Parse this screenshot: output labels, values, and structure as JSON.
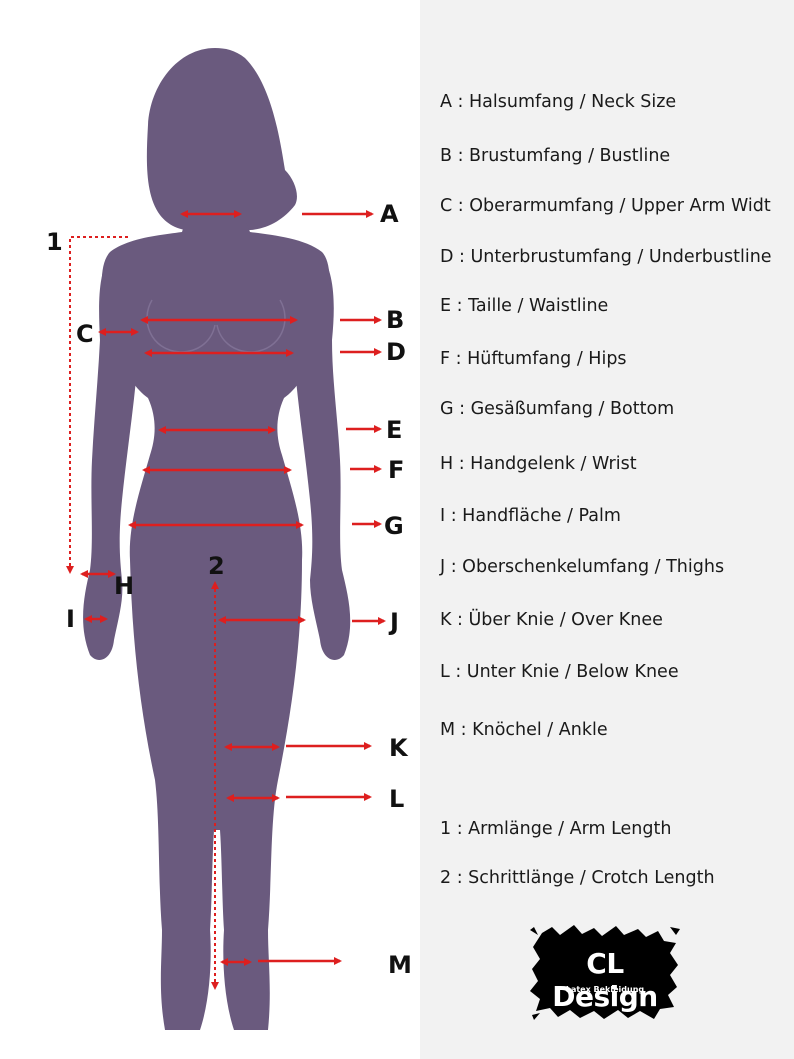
{
  "markers": {
    "A": "A",
    "B": "B",
    "C": "C",
    "D": "D",
    "E": "E",
    "F": "F",
    "G": "G",
    "H": "H",
    "I": "I",
    "J": "J",
    "K": "K",
    "L": "L",
    "M": "M",
    "one": "1",
    "two": "2"
  },
  "legend": [
    "A : Halsumfang / Neck Size",
    "B : Brustumfang / Bustline",
    "C : Oberarmumfang / Upper Arm Widt",
    "D : Unterbrustumfang / Underbustline",
    "E : Taille / Waistline",
    "F : Hüftumfang / Hips",
    "G : Gesäßumfang / Bottom",
    "H : Handgelenk / Wrist",
    "I : Handfläche / Palm",
    "J : Oberschenkelumfang / Thighs",
    "K : Über Knie / Over Knee",
    "L : Unter Knie / Below Knee",
    "M : Knöchel / Ankle",
    "1 : Armlänge / Arm Length",
    "2 : Schrittlänge / Crotch Length"
  ],
  "logo": {
    "title": "CL Design",
    "subtitle": "Latex Bekleidung"
  },
  "colors": {
    "silhouette": "#6a5a7e",
    "arrow": "#dd1f1f",
    "panel": "#f2f2f2"
  }
}
